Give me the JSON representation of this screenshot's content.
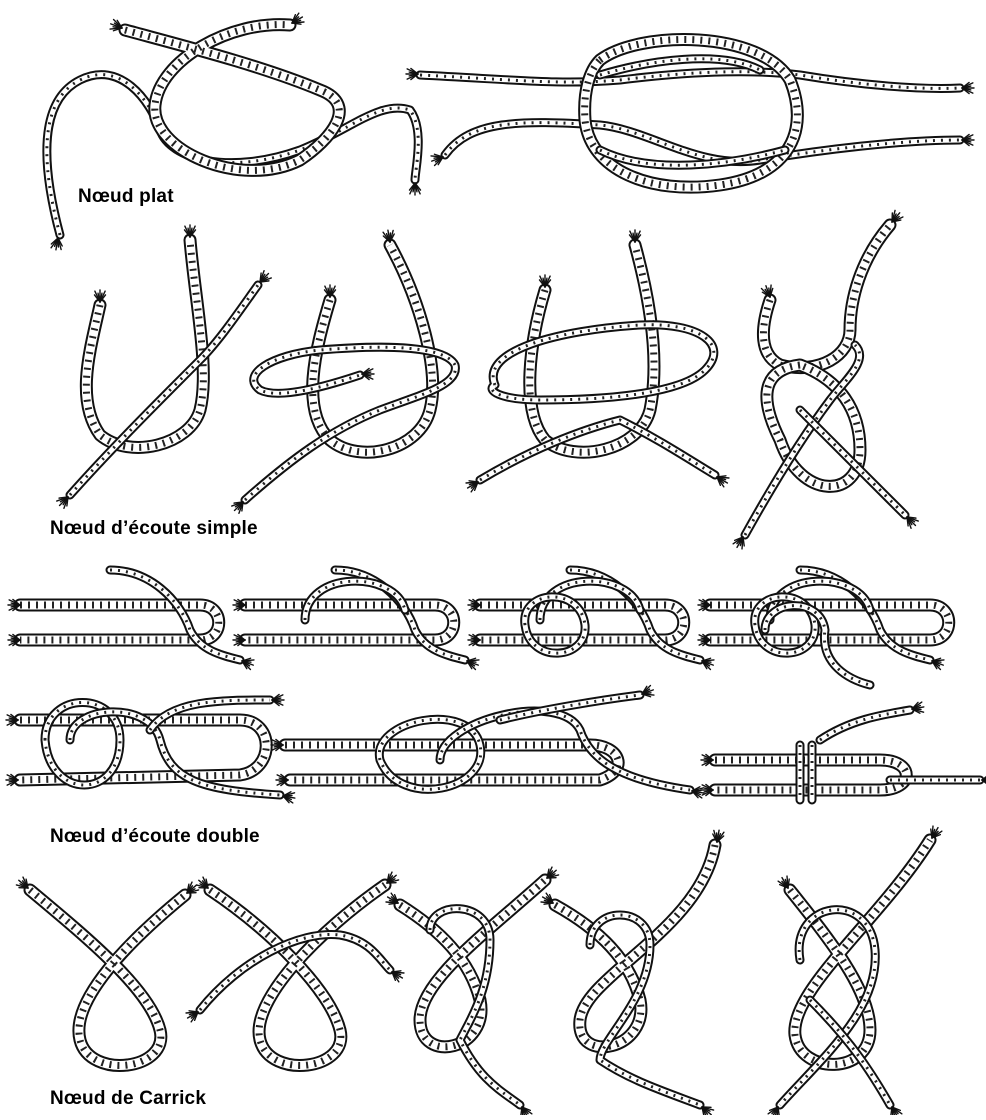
{
  "captions": {
    "plat": "Nœud plat",
    "simple": "Nœud d’écoute simple",
    "double": "Nœud d’écoute double",
    "carrick": "Nœud de Carrick"
  },
  "colors": {
    "ink": "#111111",
    "paper": "#ffffff"
  },
  "sections": [
    {
      "id": "plat",
      "steps": 2
    },
    {
      "id": "simple",
      "steps": 4
    },
    {
      "id": "double",
      "steps": 7
    },
    {
      "id": "carrick",
      "steps": 5
    }
  ]
}
